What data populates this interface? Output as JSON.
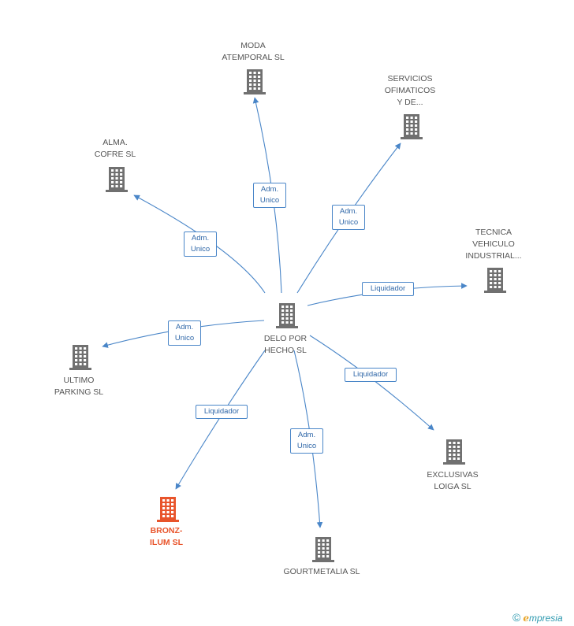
{
  "diagram": {
    "center": {
      "id": "center",
      "label": "DELO POR\nHECHO  SL"
    },
    "nodes": [
      {
        "id": "moda",
        "label": "MODA\nATEMPORAL SL"
      },
      {
        "id": "servicios",
        "label": "SERVICIOS\nOFIMATICOS\nY DE..."
      },
      {
        "id": "alma",
        "label": "ALMA.\nCOFRE  SL"
      },
      {
        "id": "tecnica",
        "label": "TECNICA\nVEHICULO\nINDUSTRIAL..."
      },
      {
        "id": "ultimo",
        "label": "ULTIMO\nPARKING SL"
      },
      {
        "id": "bronz",
        "label": "BRONZ-\nILUM SL",
        "highlight": true
      },
      {
        "id": "gourmet",
        "label": "GOURTMETALIA SL"
      },
      {
        "id": "exclusivas",
        "label": "EXCLUSIVAS\nLOIGA SL"
      }
    ],
    "edges": [
      {
        "to": "moda",
        "label": "Adm.\nUnico"
      },
      {
        "to": "servicios",
        "label": "Adm.\nUnico"
      },
      {
        "to": "alma",
        "label": "Adm.\nUnico"
      },
      {
        "to": "tecnica",
        "label": "Liquidador"
      },
      {
        "to": "ultimo",
        "label": "Adm.\nUnico"
      },
      {
        "to": "bronz",
        "label": "Liquidador"
      },
      {
        "to": "gourmet",
        "label": "Adm.\nUnico"
      },
      {
        "to": "exclusivas",
        "label": "Liquidador"
      }
    ],
    "colors": {
      "edge": "#4a86c8",
      "building": "#707070",
      "highlight": "#e8542b",
      "label_text": "#555555"
    }
  },
  "footer": {
    "copyright_symbol": "©",
    "brand_initial": "e",
    "brand_rest": "mpresia"
  }
}
